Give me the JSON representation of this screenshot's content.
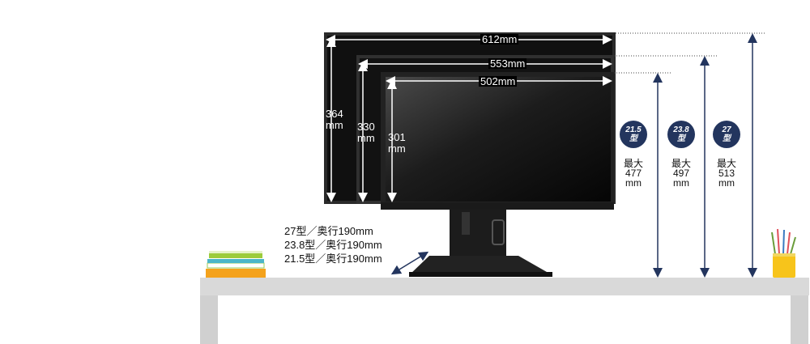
{
  "monitors": [
    {
      "size": "27",
      "width_label": "612mm",
      "height_value": "364",
      "height_unit": "mm",
      "max_height": "513",
      "unit": "mm"
    },
    {
      "size": "23.8",
      "width_label": "553mm",
      "height_value": "330",
      "height_unit": "mm",
      "max_height": "497",
      "unit": "mm"
    },
    {
      "size": "21.5",
      "width_label": "502mm",
      "height_value": "301",
      "height_unit": "mm",
      "max_height": "477",
      "unit": "mm"
    }
  ],
  "badge_suffix": "型",
  "max_prefix": "最大",
  "depth_lines": [
    "27型／奥行190mm",
    "23.8型／奥行190mm",
    "21.5型／奥行190mm"
  ],
  "colors": {
    "arrow": "#23355e",
    "badge": "#23355e",
    "desk": "#d8d8d8"
  }
}
